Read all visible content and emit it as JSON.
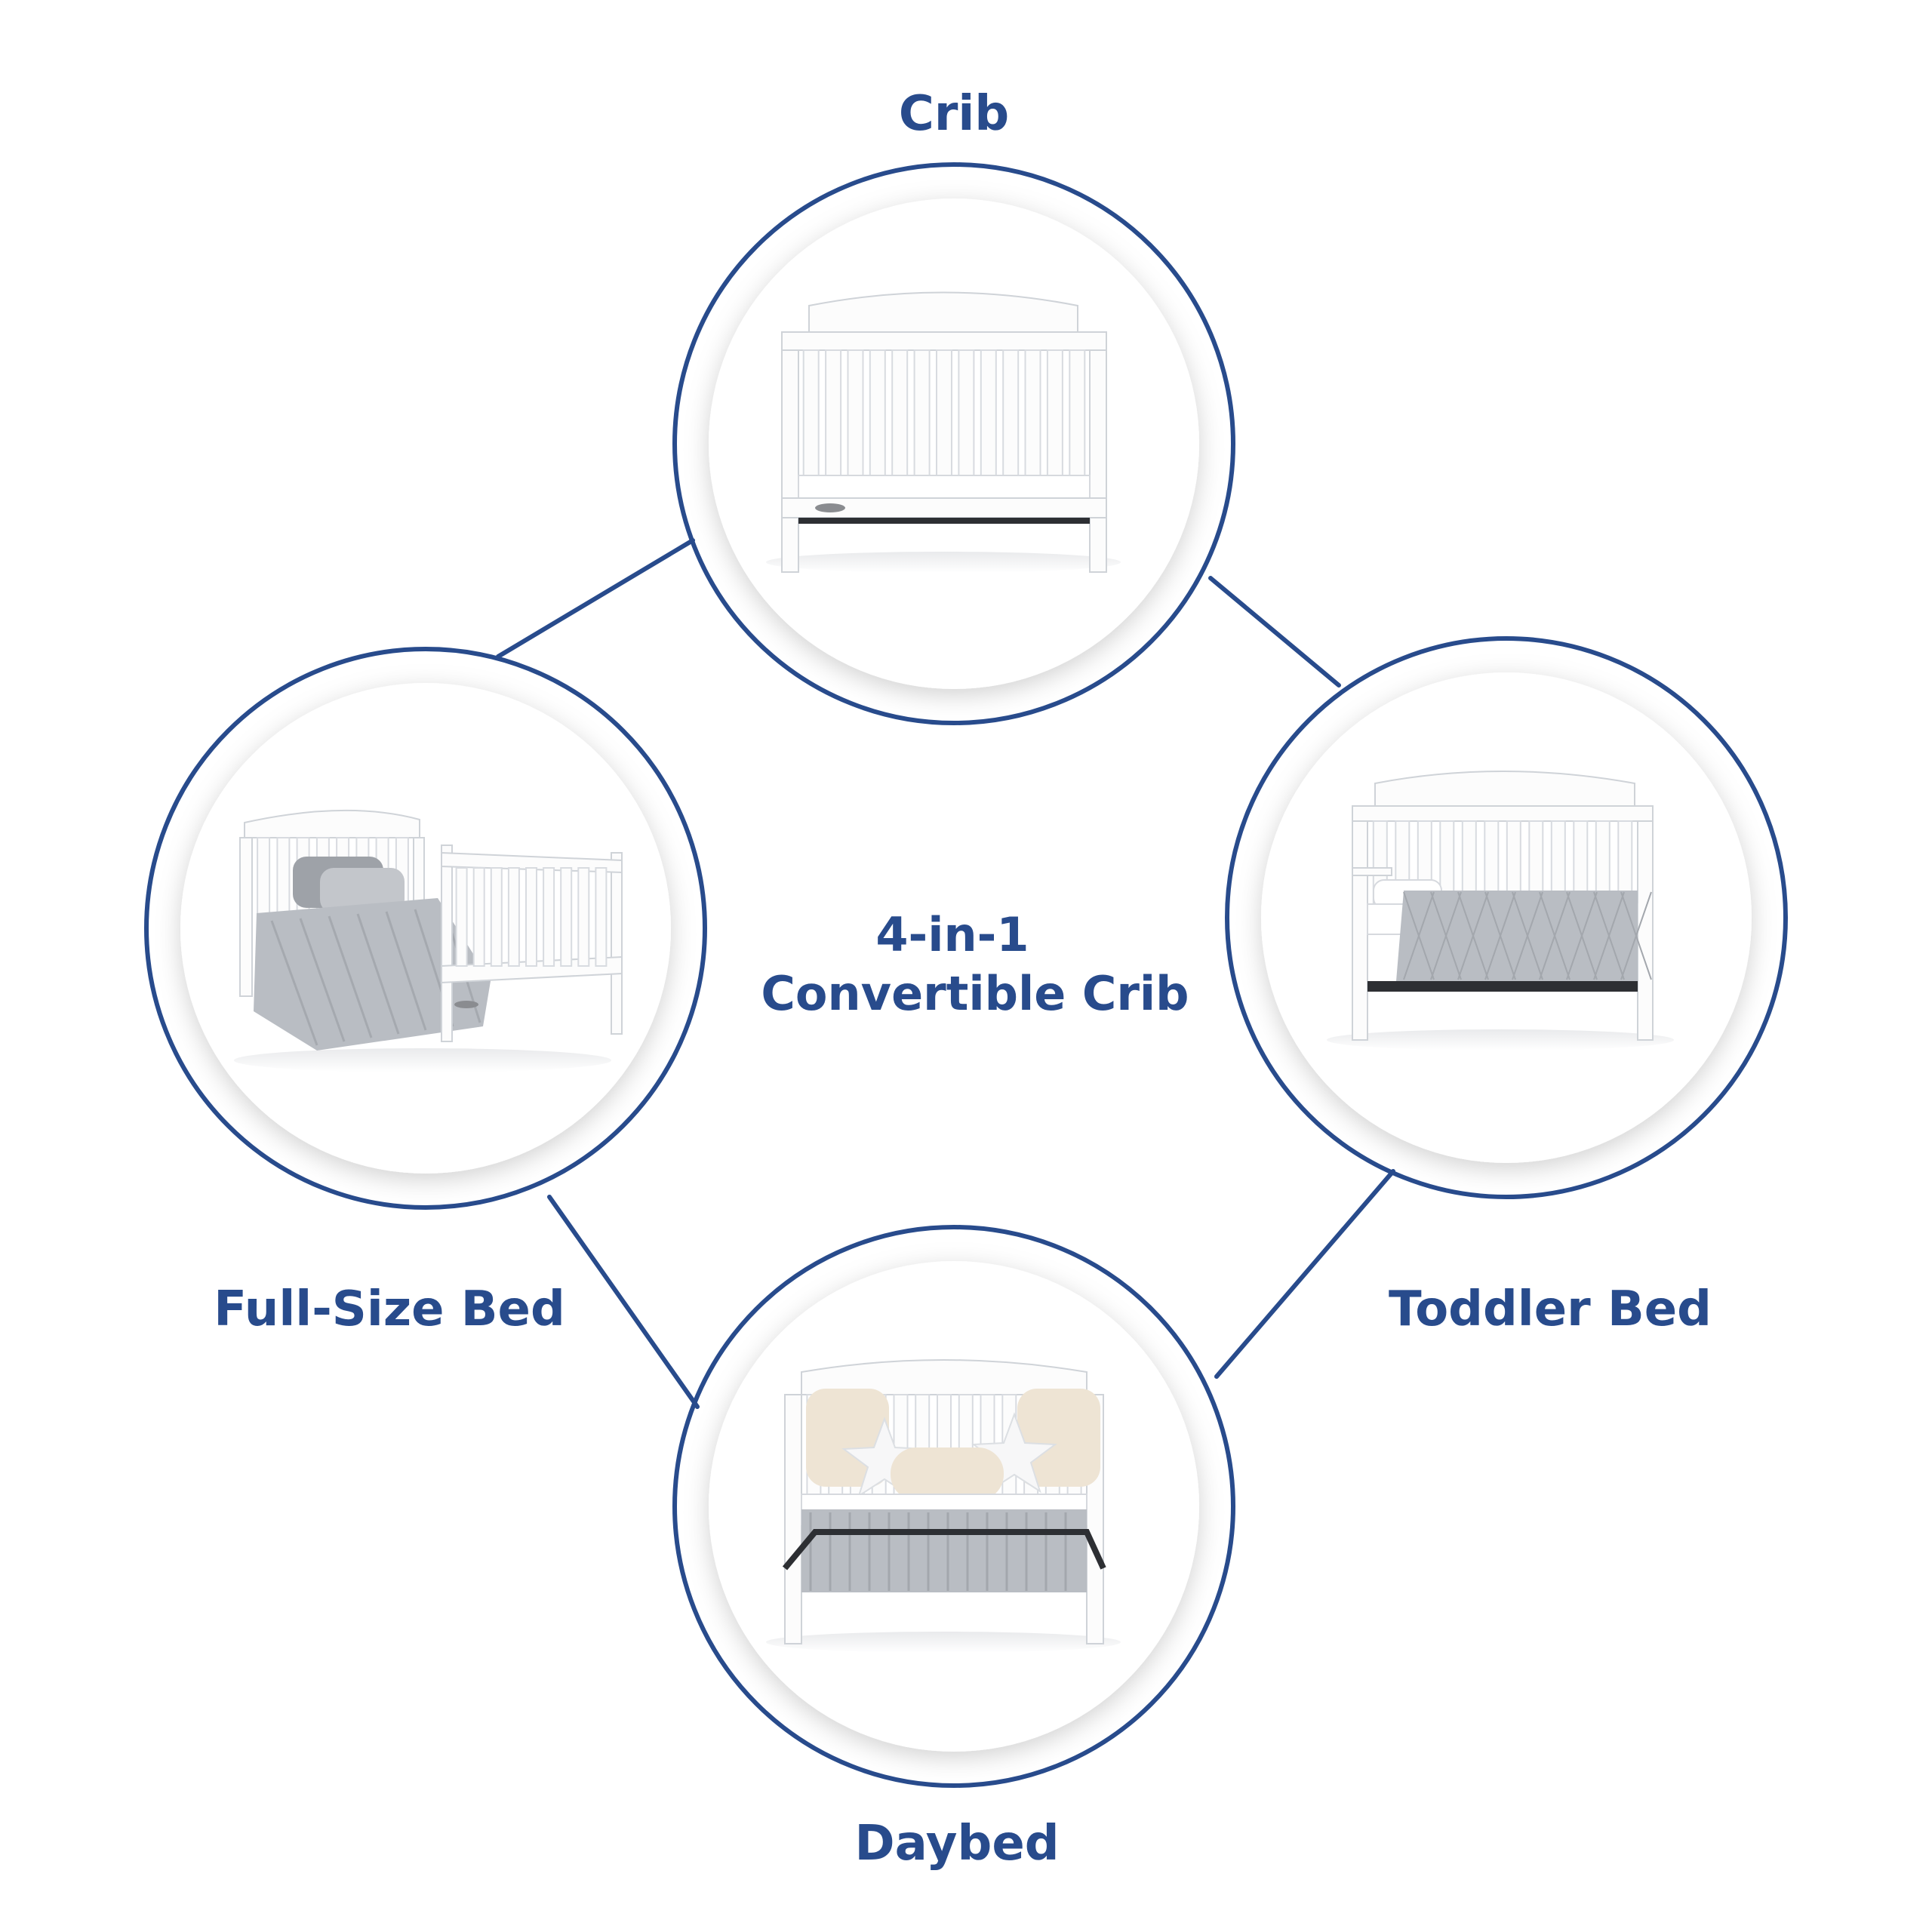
{
  "center": {
    "line1": "4-in-1",
    "line2": "Convertible Crib"
  },
  "stages": [
    {
      "key": "crib",
      "label": "Crib"
    },
    {
      "key": "toddler",
      "label": "Toddler Bed"
    },
    {
      "key": "daybed",
      "label": "Daybed"
    },
    {
      "key": "full",
      "label": "Full-Size Bed"
    }
  ],
  "colors": {
    "brand_blue": "#284b8c",
    "furniture_white": "#fcfcfc",
    "outline_gray": "#cfd3d8",
    "bedding_gray": "#b9bdc3",
    "pillow_cream": "#eee4d4",
    "frame_dark": "#2d2f33"
  }
}
